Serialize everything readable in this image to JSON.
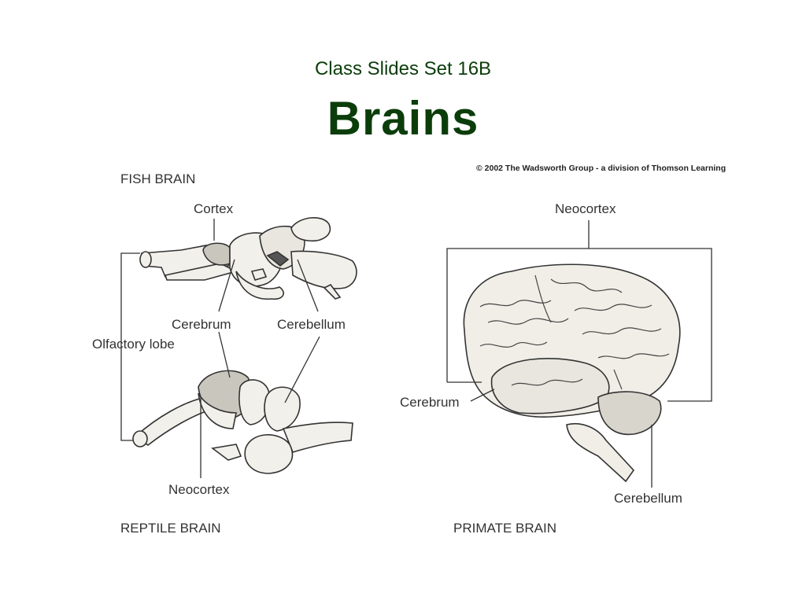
{
  "slide": {
    "subtitle": "Class Slides Set 16B",
    "title": "Brains"
  },
  "copyright": "© 2002 The Wadsworth Group - a division of Thomson Learning",
  "fish": {
    "caption": "FISH BRAIN",
    "labels": {
      "cortex": "Cortex",
      "cerebrum": "Cerebrum",
      "cerebellum": "Cerebellum",
      "olfactory": "Olfactory lobe"
    }
  },
  "reptile": {
    "caption": "REPTILE BRAIN",
    "labels": {
      "neocortex": "Neocortex"
    }
  },
  "primate": {
    "caption": "PRIMATE BRAIN",
    "labels": {
      "neocortex": "Neocortex",
      "cerebrum": "Cerebrum",
      "cerebellum": "Cerebellum"
    }
  }
}
